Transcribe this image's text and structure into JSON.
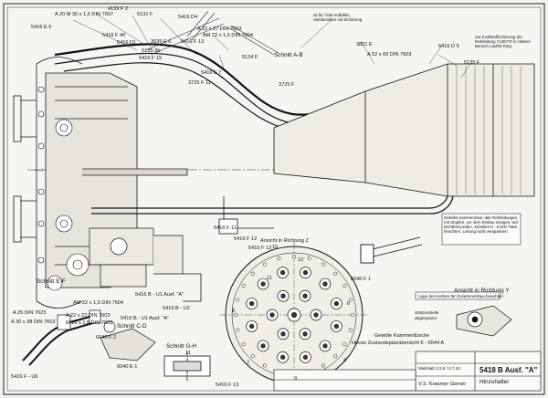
{
  "labels": {
    "a20m": "A 20 M 30 x 1,5 DIN 7607",
    "n4139": "4139 F 2",
    "n5131f": "5131 F",
    "n5416e6": "5416 E 6",
    "n5416f40": "5416 F 40",
    "n5416d1": "5416 D1",
    "n5416d4": "5416 D4",
    "n5416f13a": "5416 F 13",
    "a22_27": "A 22 x 27 DIN 7603",
    "am22_15_7604": "AM 22 x 1,5 DIN 7604",
    "n3035e6": "3035 E 6",
    "n5135_3b": "5135-3b",
    "n5416f15": "5416 F 15",
    "n5134f": "5134 F",
    "schnitt_ab": "Schnitt A-B",
    "n3725f11": "3725 F 11",
    "n5416e7": "5416 E 7",
    "n3725f": "3725 F",
    "n3821e": "3821 E",
    "a52_60": "A 52 x 60 DIN 7603",
    "n5416d5": "5416 D 5",
    "n5135f": "5135 F",
    "ist_fuer_7440": "ist für 7440 entfallen, Sieblamellen mit Sicherung",
    "z_axis": "Z",
    "n5416f11": "5416 F 11",
    "n5416f12": "5416 F 12",
    "n5416f13b": "5416 F 13",
    "ansicht_z": "Ansicht in Richtung Z",
    "ansicht_z_num": "15",
    "schnitt_ef": "Schnitt E-F",
    "am22_15_7604b": "AM 22 x 1,5 DIN 7604",
    "n5416_u1": "5416 B - U1 Ausf. \"A\"",
    "n5416_u2": "5416 B - U2",
    "a25_7623": "A 25 DIN 7623",
    "a30_38": "A 30 x 38 DIN 7603",
    "a22_27b": "A 22 x 27 DIN 7603",
    "m16_7603": "M 16 x 1,5 DIN 7603",
    "n5416_u1_ausf": "5416 B - U1 Ausf. \"A\"",
    "schnitt_cd": "Schnitt C-D",
    "n6040f2": "6040 F 2",
    "n6040e1": "6040 E 1",
    "schnitt_gh": "Schnitt G-H",
    "n11": "11",
    "n5416f13c": "5416 F 13",
    "n5416f_u6": "5416 F - U6",
    "ansicht_y": "Ansicht in Richtung Y",
    "lage_kerben": "Lage der Kerben für Zusammenbau beachten",
    "geteilte_kammer": "Geteilte Kammerdüsche",
    "hierzu_zust": "Hierzu Zustandsplanübersicht 5 - 6544 A",
    "n6040f1": "6040 F 1",
    "n11b": "11",
    "n12": "12",
    "n8": "8",
    "n6": "6",
    "n7": "7",
    "n4": "4",
    "n9": "9",
    "rnote_top": "Zur Kraftstoffsicherung der Rohrleitung 7138770 in Hintere Bereich Lauftrit Ring",
    "rnote_box": "Geteilte Kammerdüse: alle Rohrleitungen mit Stopfen, vor dem Einbau reinigen, auf Dichtheit prüfen, Schellen 5 - 6 DIN 7603 beachten. Leitung nicht verspannen.",
    "rnote_small": "Stützenstelle",
    "rnote_small2": "abgespannt"
  },
  "title_block": {
    "title": "5418 B Ausf. \"A\"",
    "subtitle": "Maßstab 1:2,5 / 6.7.43",
    "name": "Hinzuhalter",
    "sign": "V.S. Kraemer Gerner"
  }
}
